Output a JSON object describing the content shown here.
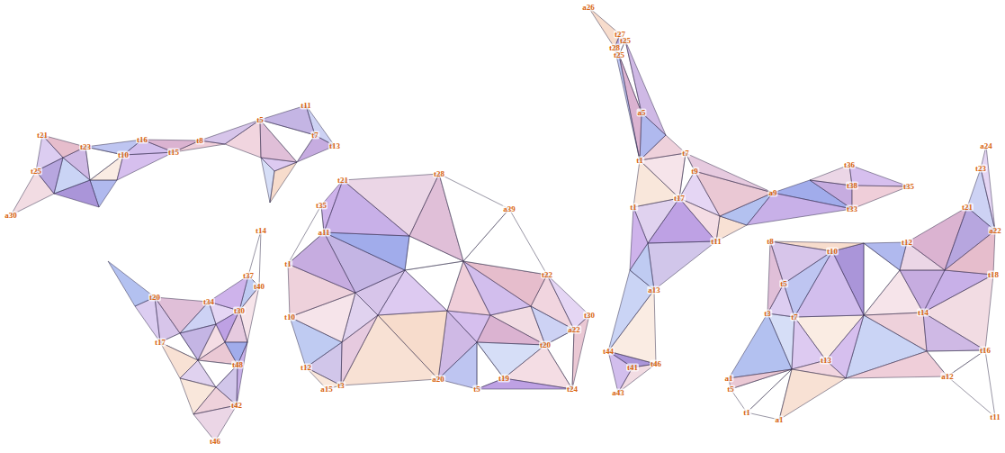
{
  "diagram": {
    "labels": [
      "t21",
      "t23",
      "t25",
      "a30",
      "t16",
      "t10",
      "t15",
      "t8",
      "t5",
      "t11",
      "t13",
      "t7",
      "t14",
      "t40",
      "t37",
      "t30",
      "t20",
      "t17",
      "t46",
      "t42",
      "t48",
      "t34",
      "t28",
      "t21",
      "t35",
      "a11",
      "t1",
      "t10",
      "t12",
      "a15",
      "t3",
      "a20",
      "t5",
      "t19",
      "t20",
      "t24",
      "a22",
      "t30",
      "t22",
      "a39",
      "a26",
      "t27",
      "t25",
      "t28",
      "t25",
      "a5",
      "t1",
      "t7",
      "t9",
      "a9",
      "t36",
      "t35",
      "t38",
      "t33",
      "t17",
      "t1",
      "t11",
      "a13",
      "t44",
      "t46",
      "t41",
      "a43",
      "a24",
      "t23",
      "t21",
      "a22",
      "t18",
      "t12",
      "t14",
      "t16",
      "a12",
      "t11",
      "t13",
      "t7",
      "a1",
      "t1",
      "t5",
      "a1",
      "t8",
      "t10",
      "t5",
      "t3"
    ]
  }
}
